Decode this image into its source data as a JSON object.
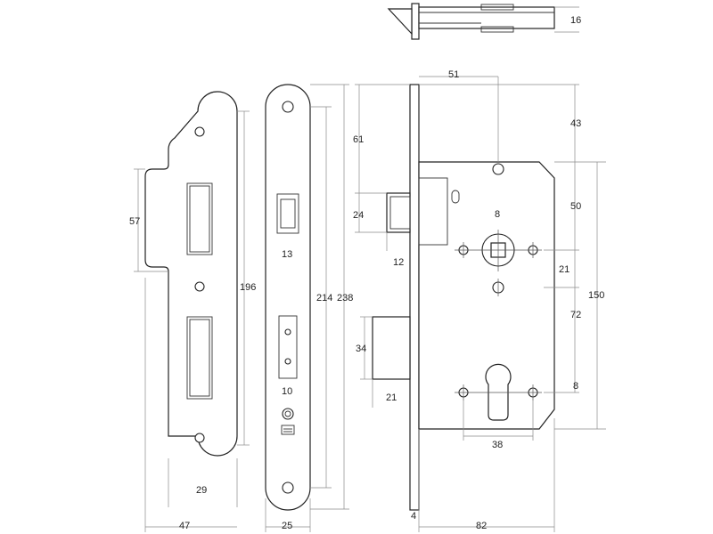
{
  "dimensions": {
    "strike_total_length": "196",
    "strike_lip_height": "57",
    "strike_width": "29",
    "strike_total_width": "47",
    "faceplate_latch_width": "13",
    "faceplate_deadbolt_width": "10",
    "faceplate_inner_length": "214",
    "faceplate_total_length": "238",
    "faceplate_width": "25",
    "case_top_to_latch": "61",
    "latch_height": "24",
    "latch_projection": "12",
    "deadbolt_height": "34",
    "deadbolt_projection": "21",
    "faceplate_thickness": "4",
    "case_depth": "82",
    "backset": "51",
    "case_top_offset": "43",
    "follower_to_case_top": "50",
    "spindle_square": "8",
    "follower_offset": "21",
    "follower_to_cylinder": "72",
    "cylinder_offset": "8",
    "case_height": "150",
    "cylinder_screw_spacing": "38",
    "top_view_thickness": "16"
  }
}
